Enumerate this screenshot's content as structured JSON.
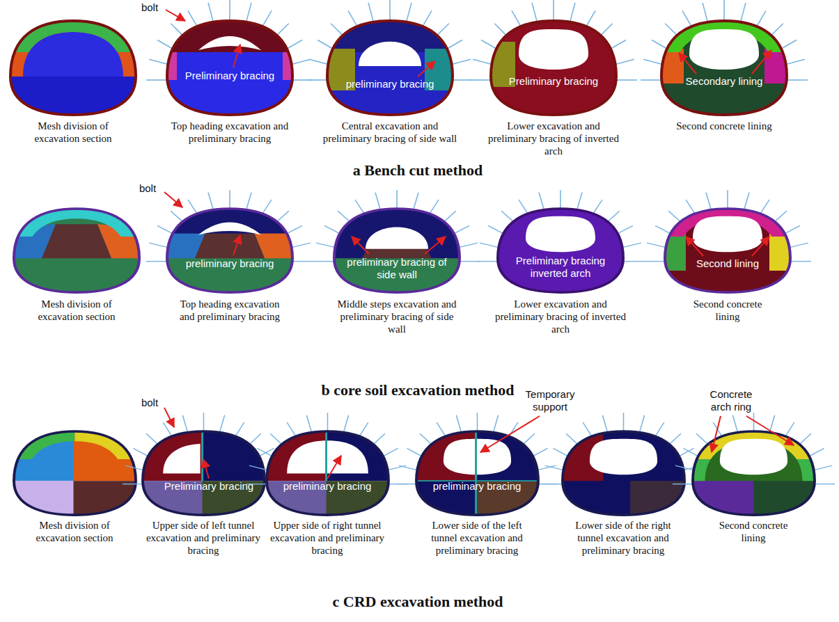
{
  "diagram": {
    "labels": [
      "bolt",
      "Preliminary bracing",
      "preliminary bracing",
      "Preliminary bracing",
      "Secondary lining",
      "Mesh division of excavation section",
      "Top heading excavation and preliminary bracing",
      "Central excavation and preliminary bracing of side wall",
      "Lower excavation and preliminary bracing of inverted arch",
      "Second concrete lining",
      "a Bench cut method",
      "bolt",
      "preliminary bracing",
      "preliminary bracing of side wall",
      "Preliminary bracing inverted arch",
      "Second lining",
      "Mesh division of excavation section",
      "Top heading excavation and preliminary bracing",
      "Middle steps excavation and preliminary bracing of side wall",
      "Lower excavation and preliminary bracing of inverted arch",
      "Second concrete lining",
      "b core soil excavation method",
      "bolt",
      "Temporary support",
      "Concrete arch ring",
      "Preliminary bracing",
      "preliminary bracing",
      "preliminary bracing",
      "Mesh division of excavation section",
      "Upper side of left tunnel excavation and preliminary bracing",
      "Upper side of right tunnel excavation and preliminary bracing",
      "Lower side of the left tunnel excavation and preliminary bracing",
      "Lower side of the right tunnel excavation and preliminary bracing",
      "Second concrete lining",
      "c CRD excavation method"
    ]
  }
}
